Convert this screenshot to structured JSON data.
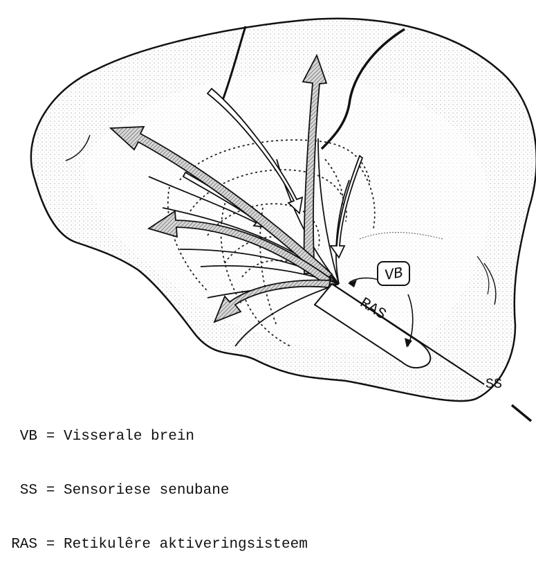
{
  "labels": {
    "vb": "VB",
    "ras": "RAS",
    "ss": "SS"
  },
  "legend": [
    {
      "abbr": "VB",
      "eq": "=",
      "text": "Visserale brein"
    },
    {
      "abbr": "SS",
      "eq": "=",
      "text": "Sensoriese senubane"
    },
    {
      "abbr": "RAS",
      "eq": "=",
      "text": "Retikulêre aktiveringsisteem"
    }
  ]
}
